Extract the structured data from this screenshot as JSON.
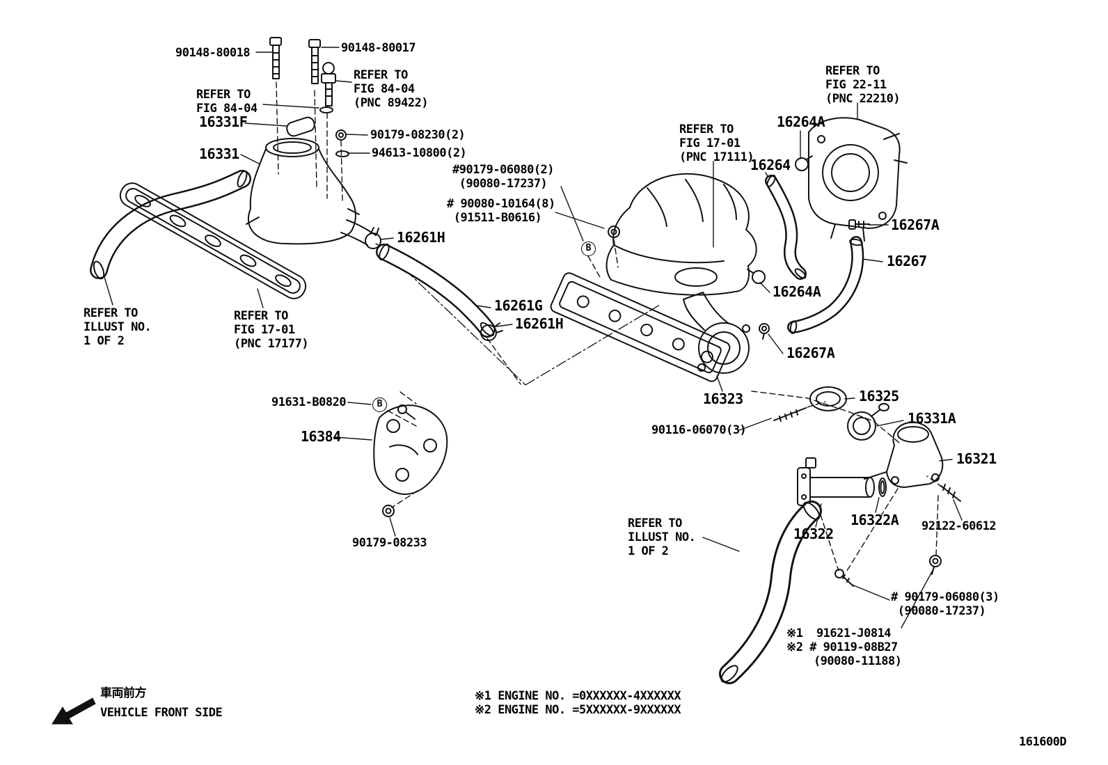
{
  "colors": {
    "ink": "#000000",
    "background": "#ffffff"
  },
  "callout_letters": {
    "b_center": "B",
    "b_bracket": "B"
  },
  "labels": {
    "p90148_80018": "90148-80018",
    "p90148_80017": "90148-80017",
    "refer_fig84_04_pnc89422": "REFER TO\nFIG 84-04\n(PNC 89422)",
    "refer_fig84_04": "REFER TO\nFIG 84-04",
    "p16331f": "16331F",
    "p90179_08230": "90179-08230(2)",
    "p94613_10800": "94613-10800(2)",
    "p16331": "16331",
    "p90179_06080_2": "#90179-06080(2)\n (90080-17237)",
    "p90080_10164": "# 90080-10164(8)\n (91511-B0616)",
    "refer_fig17_01_pnc17111": "REFER TO\nFIG 17-01\n(PNC 17111)",
    "p16264a_top": "16264A",
    "refer_fig22_11_pnc22210": "REFER TO\nFIG 22-11\n(PNC 22210)",
    "p16264": "16264",
    "p16267a_top": "16267A",
    "p16267": "16267",
    "p16261h_left": "16261H",
    "p16261g": "16261G",
    "p16261h_right": "16261H",
    "p16264a_mid": "16264A",
    "p16267a_mid": "16267A",
    "refer_illust_left": "REFER TO\nILLUST NO.\n1 OF 2",
    "refer_fig17_01_pnc17177": "REFER TO\nFIG 17-01\n(PNC 17177)",
    "p16323": "16323",
    "p91631_b0820": "91631-B0820",
    "p16384": "16384",
    "p90116_06070": "90116-06070(3)",
    "p16325": "16325",
    "p16331a": "16331A",
    "p16321": "16321",
    "p16322a": "16322A",
    "p16322": "16322",
    "p92122_60612": "92122-60612",
    "p90179_08233": "90179-08233",
    "refer_illust_right": "REFER TO\nILLUST NO.\n1 OF 2",
    "p90179_06080_3": "# 90179-06080(3)\n (90080-17237)",
    "p91621_j0814": "※1  91621-J0814",
    "p90119_08b27": "※2 # 90119-08B27\n    (90080-11188)",
    "engine_note_1": "※1 ENGINE NO. =0XXXXXX-4XXXXXX",
    "engine_note_2": "※2 ENGINE NO. =5XXXXXX-9XXXXXX",
    "vehicle_front_jp": "車両前方",
    "vehicle_front_en": "VEHICLE FRONT SIDE",
    "drawing_code": "161600D"
  }
}
